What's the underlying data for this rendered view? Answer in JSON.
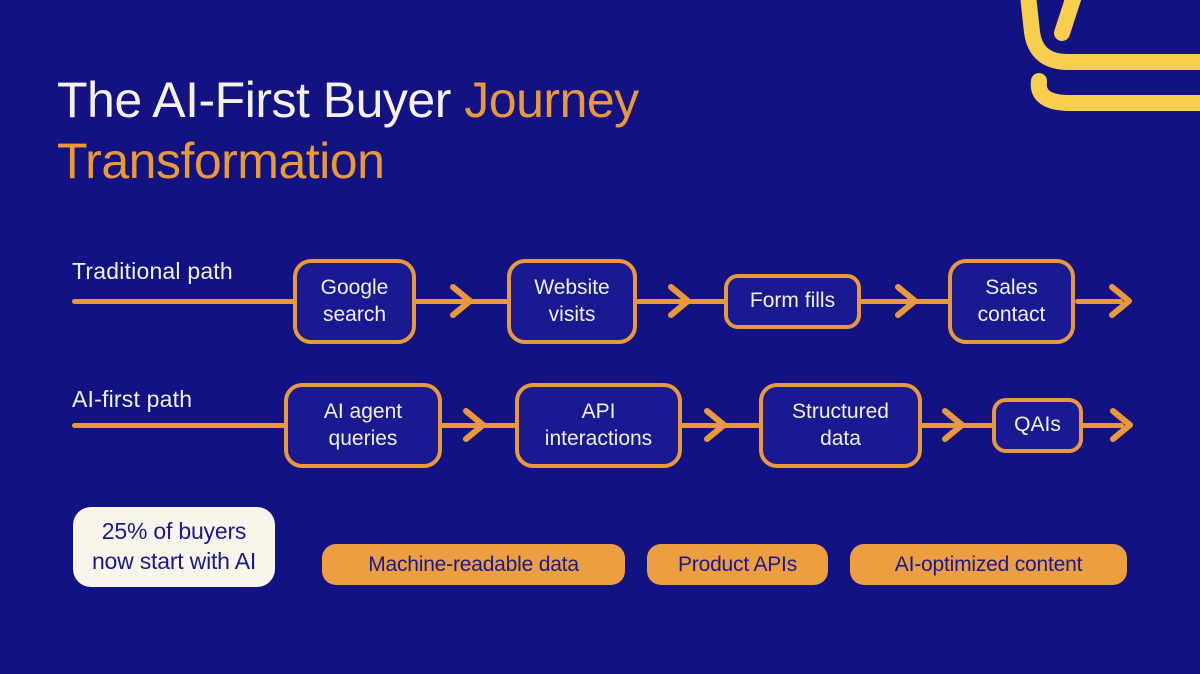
{
  "colors": {
    "background": "#121283",
    "box_fill": "#191992",
    "accent_orange": "#E9983A",
    "pill_orange": "#EC9E40",
    "paperclip_yellow": "#F7CE4D",
    "text_light": "#F3EFE7",
    "text_dark_blue": "#1A1A8C",
    "stat_card_bg": "#FAF5EB"
  },
  "title": {
    "part_white": "The AI-First Buyer",
    "part_orange": "Journey Transformation"
  },
  "flows": [
    {
      "label": "Traditional path",
      "steps": [
        "Google search",
        "Website visits",
        "Form fills",
        "Sales contact"
      ]
    },
    {
      "label": "AI-first path",
      "steps": [
        "AI agent queries",
        "API interactions",
        "Structured data",
        "QAIs"
      ]
    }
  ],
  "stat_card": {
    "text": "25% of buyers now start with AI"
  },
  "tags": [
    "Machine-readable data",
    "Product APIs",
    "AI-optimized content"
  ]
}
